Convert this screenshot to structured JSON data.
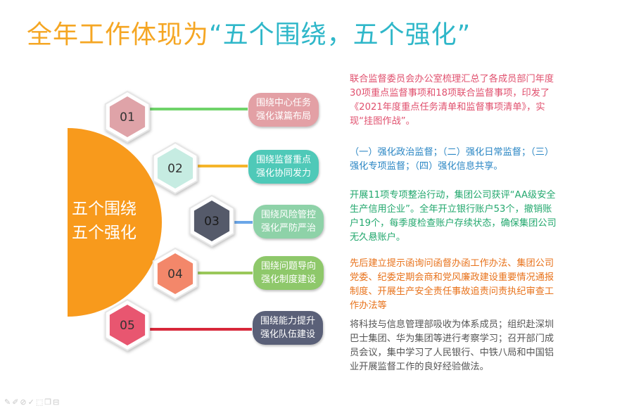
{
  "title": {
    "main": "全年工作体现为",
    "quoted": "“五个围绕，五个强化”"
  },
  "center": {
    "line1": "五个围绕",
    "line2": "五个强化",
    "color": "#f89a1c"
  },
  "items": [
    {
      "number": "01",
      "label_line1": "围绕中心任务",
      "label_line2": "强化谋篇布局",
      "hex_color": "#dfa3a8",
      "pill_color": "#e3a0a5",
      "line_color": "#6fd36a",
      "text_color": "#e0506e",
      "description": "联合监督委员会办公室梳理汇总了各成员部门年度30项重点监督事项和18项联合监督事项，印发了《2021年度重点任务清单和监督事项清单》，实现“挂图作战”。"
    },
    {
      "number": "02",
      "label_line1": "围绕监督重点",
      "label_line2": "强化协同发力",
      "hex_color": "#c6ece2",
      "pill_color": "#4fc9b8",
      "line_color": "#f5b52a",
      "text_color": "#2a86c4",
      "description": "（一）强化政治监督；（二）强化日常监督；（三）强化专项监督；（四）强化信息共享。"
    },
    {
      "number": "03",
      "label_line1": "围绕风险管控",
      "label_line2": "强化严防严治",
      "hex_color": "#555a6a",
      "pill_color": "#8ed2a8",
      "line_color": "#6aa6e8",
      "text_color": "#23a86e",
      "description": "开展11项专项整治行动，集团公司获评“AA级安全生产信用企业”。全年开立银行账户53个，撤销账户19个，每季度检查账户存续状态，确保集团公司无久悬账户。"
    },
    {
      "number": "04",
      "label_line1": "围绕问题导向",
      "label_line2": "强化制度建设",
      "hex_color": "#f3876a",
      "pill_color": "#8ec86a",
      "line_color": "#9ac85a",
      "text_color": "#e8731c",
      "description": "先后建立提示函询问函督办函工作办法、集团公司党委、纪委定期会商和党风廉政建设重要情况通报制度、开展生产安全责任事故追责问责执纪审查工作办法等"
    },
    {
      "number": "05",
      "label_line1": "围绕能力提升",
      "label_line2": "强化队伍建设",
      "hex_color": "#e85670",
      "pill_color": "#5a6078",
      "line_color": "#d8283a",
      "text_color": "#555555",
      "description": "将科技与信息管理部吸收为体系成员；组织赴深圳巴士集团、华为集团等进行考察学习；召开部门成员会议，集中学习了人民银行、中铁八局和中国铝业开展监督工作的良好经验做法。"
    }
  ],
  "footer_icons": "✎✐⊘✓⬚❐⊟"
}
